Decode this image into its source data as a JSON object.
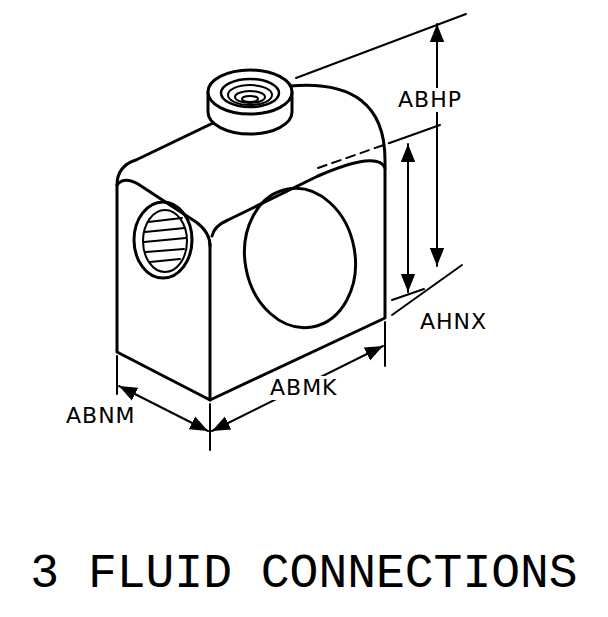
{
  "diagram": {
    "caption": "3 FLUID CONNECTIONS",
    "labels": [
      "ABHP",
      "AHNX",
      "ABNM",
      "ABMK"
    ]
  }
}
